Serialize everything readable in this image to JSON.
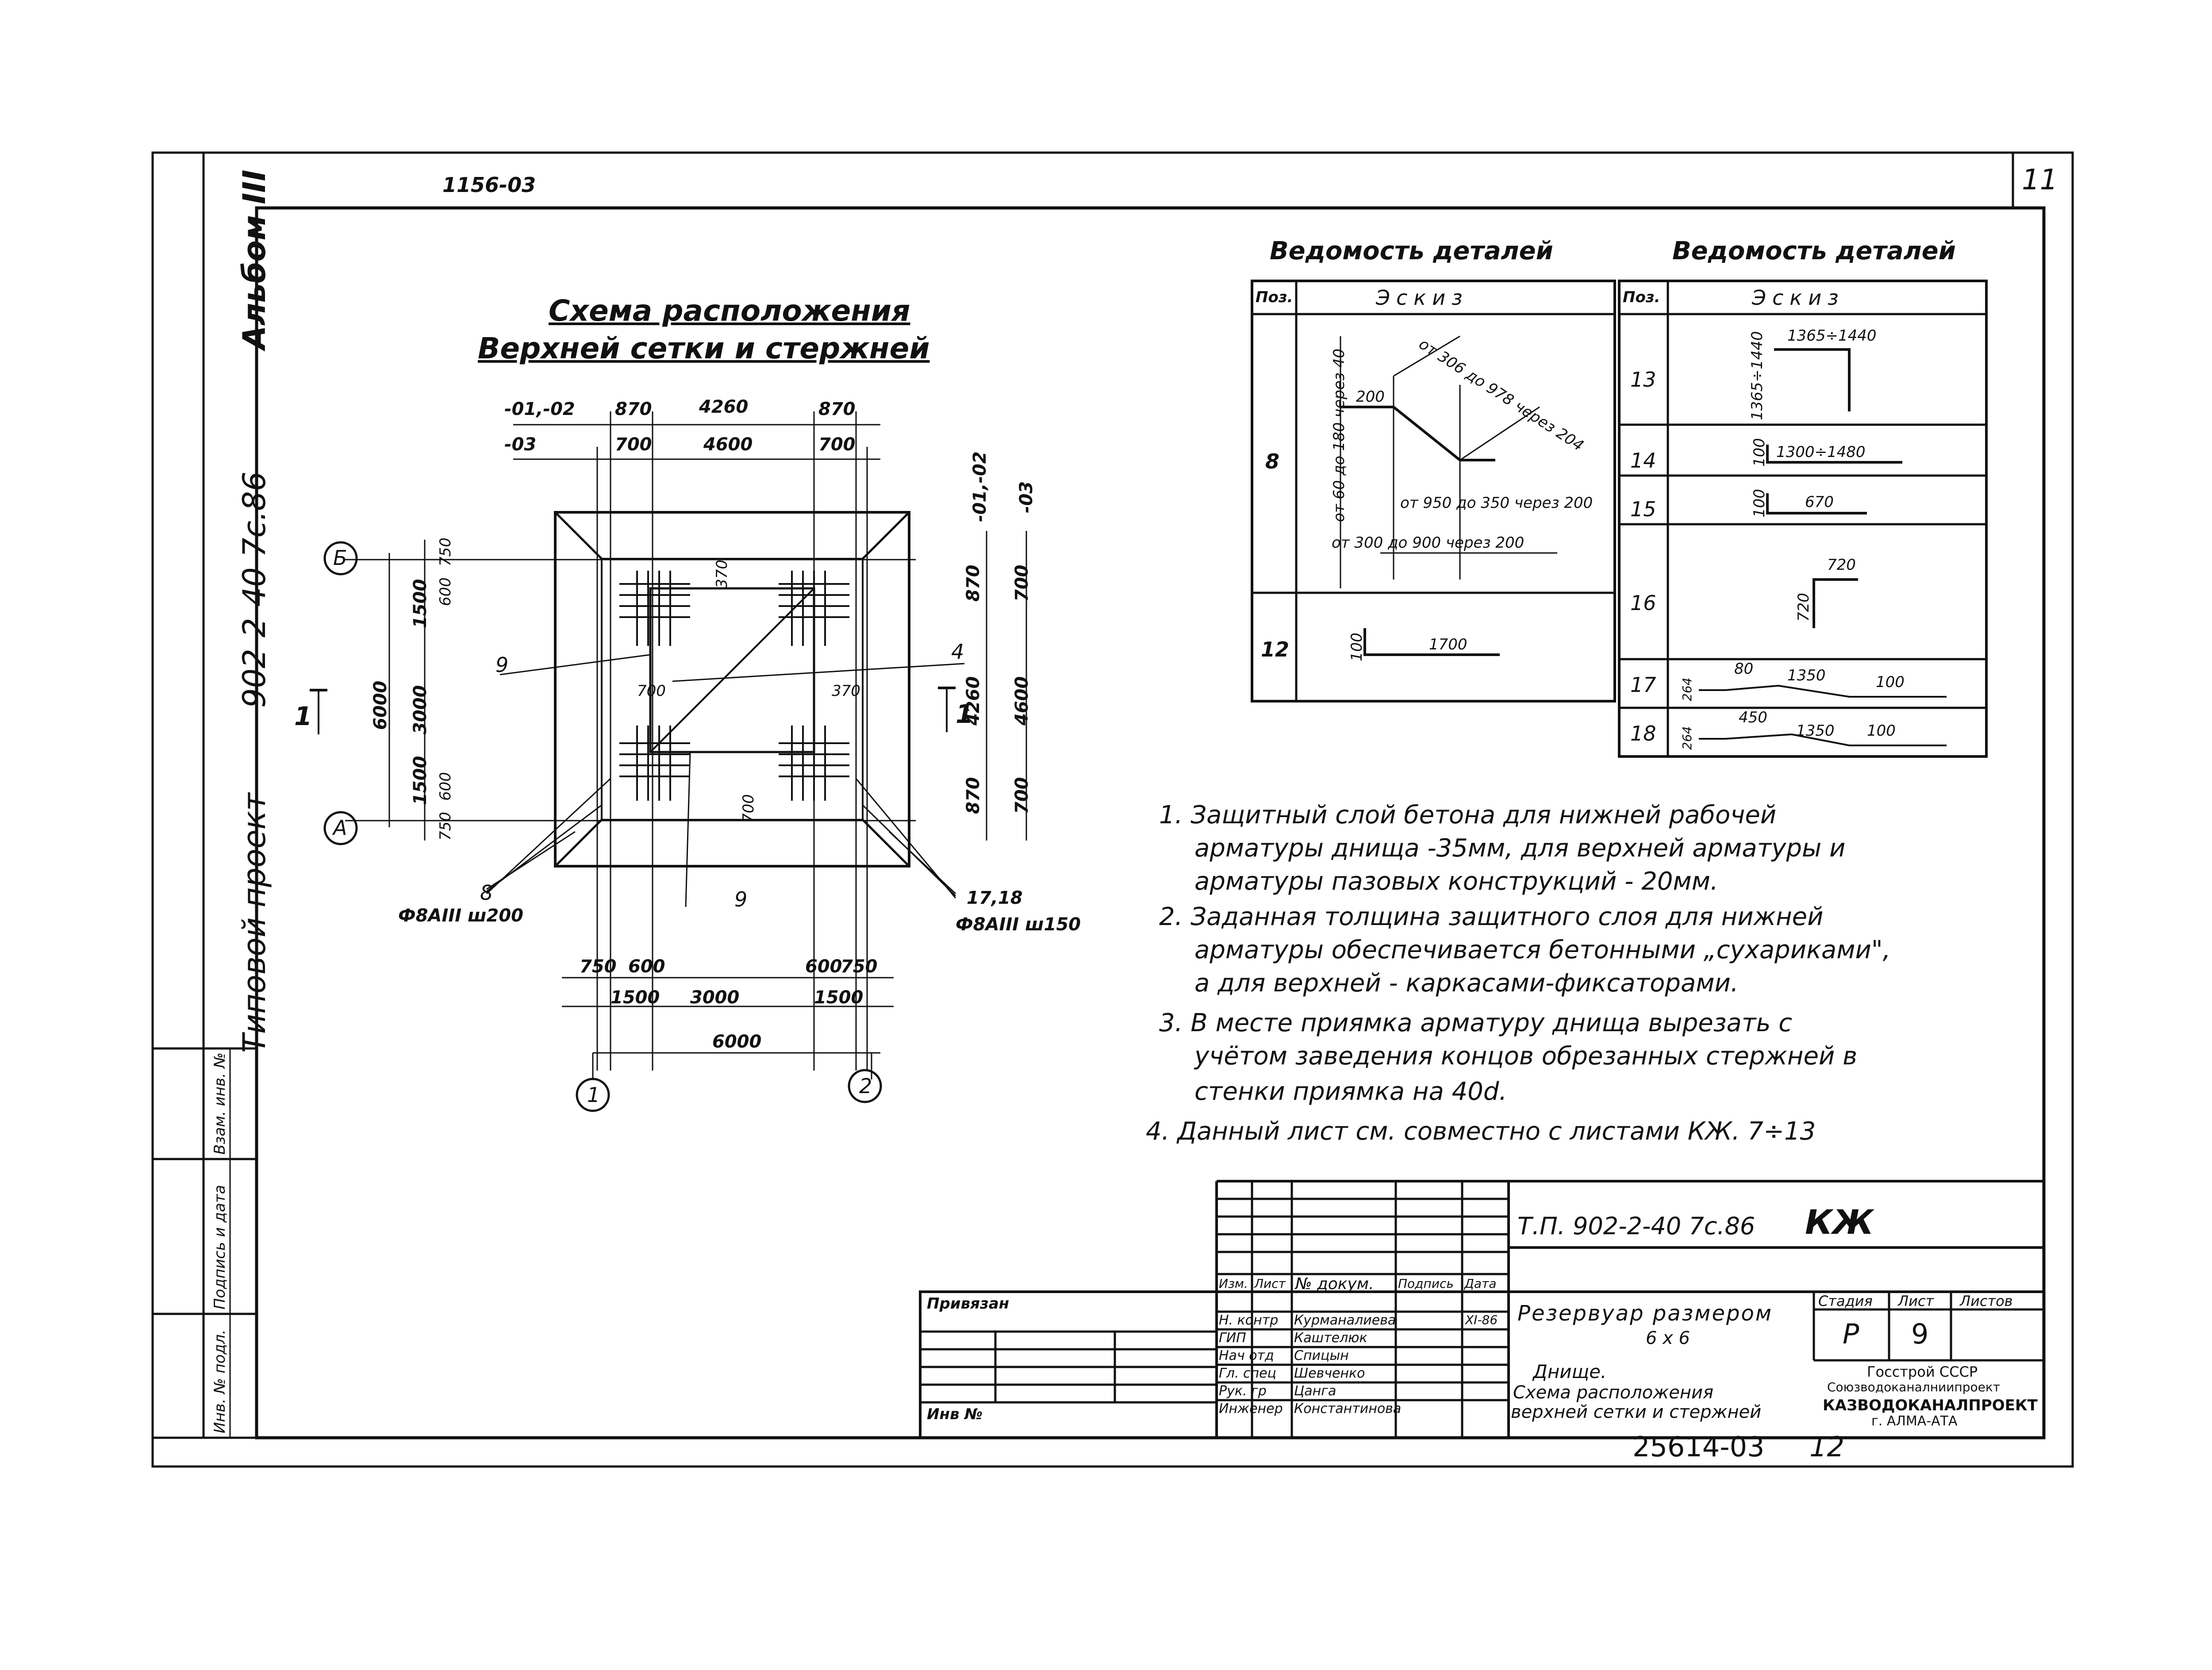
{
  "sheet": {
    "top_code": "1156-03",
    "page_corner": "11",
    "side_album": "Альбом III",
    "side_project": "902-2-40 7с.86",
    "side_typical": "Типовой проект",
    "side_stamp": [
      "Инв. № подл.",
      "Подпись и дата",
      "Взам. инв. №"
    ]
  },
  "plan": {
    "title_line1": "Схема расположения",
    "title_line2": "Верхней сетки и стержней",
    "dims_top_row1": [
      "-01,-02",
      "870",
      "4260",
      "870"
    ],
    "dims_top_row2": [
      "-03",
      "700",
      "4600",
      "700"
    ],
    "dims_left": [
      "1500",
      "3000",
      "1500",
      "6000",
      "600",
      "750",
      "600",
      "750"
    ],
    "dims_right_header": [
      "-01,-02",
      "-03"
    ],
    "dims_right": [
      "870",
      "700",
      "4260",
      "4600",
      "870",
      "700"
    ],
    "dims_bottom_row1": [
      "750",
      "600",
      "600",
      "750"
    ],
    "dims_bottom_row2": [
      "1500",
      "3000",
      "1500"
    ],
    "dims_bottom_total": "6000",
    "inner_labels": [
      "370",
      "700",
      "370",
      "700"
    ],
    "axes": [
      "Б",
      "А",
      "1",
      "2"
    ],
    "section_mark": "1",
    "callout_9a": "9",
    "callout_9b": "9",
    "callout_4": "4",
    "callout_8": "8",
    "callout_8_spec": "Ф8АIII ш200",
    "callout_1718": "17,18",
    "callout_1718_spec": "Ф8АIII ш150"
  },
  "details_left": {
    "title": "Ведомость деталей",
    "col_pos": "Поз.",
    "col_sketch": "Эскиз",
    "rows": [
      {
        "pos": "8",
        "labels": [
          "200",
          "от 306 до 978 через 204",
          "от 60 до 180 через 40",
          "от 950 до 350 через 200",
          "от 300 до 900 через 200"
        ]
      },
      {
        "pos": "12",
        "labels": [
          "100",
          "1700"
        ]
      }
    ]
  },
  "details_right": {
    "title": "Ведомость деталей",
    "col_pos": "Поз.",
    "col_sketch": "Эскиз",
    "rows": [
      {
        "pos": "13",
        "labels": [
          "1365÷1440",
          "1365÷1440"
        ]
      },
      {
        "pos": "14",
        "labels": [
          "100",
          "1300÷1480"
        ]
      },
      {
        "pos": "15",
        "labels": [
          "100",
          "670"
        ]
      },
      {
        "pos": "16",
        "labels": [
          "720",
          "720"
        ]
      },
      {
        "pos": "17",
        "labels": [
          "264",
          "80",
          "1350",
          "100"
        ]
      },
      {
        "pos": "18",
        "labels": [
          "264",
          "450",
          "1350",
          "100"
        ]
      }
    ]
  },
  "notes": [
    "1. Защитный слой бетона для нижней рабочей",
    "арматуры днища -35мм, для верхней арматуры и",
    "арматуры пазовых конструкций - 20мм.",
    "2. Заданная толщина защитного слоя для нижней",
    "арматуры обеспечивается бетонными „сухариками\",",
    "а для верхней - каркасами-фиксаторами.",
    "3. В месте приямка арматуру днища вырезать с",
    "учётом заведения концов обрезанных стержней в",
    "стенки приямка на 40d.",
    "4. Данный лист см. совместно с листами КЖ. 7÷13"
  ],
  "stamp": {
    "project_code": "Т.П. 902-2-40 7с.86",
    "mark": "КЖ",
    "privyazan": "Привязан",
    "inv_no": "Инв №",
    "head": [
      "Изм.",
      "Лист",
      "№ докум.",
      "Подпись",
      "Дата"
    ],
    "people": [
      {
        "role": "Н. контр",
        "name": "Курманалиева",
        "date": "XI-86"
      },
      {
        "role": "ГИП",
        "name": "Каштелюк",
        "date": ""
      },
      {
        "role": "Нач отд",
        "name": "Спицын",
        "date": ""
      },
      {
        "role": "Гл. спец",
        "name": "Шевченко",
        "date": ""
      },
      {
        "role": "Рук. гр",
        "name": "Цанга",
        "date": ""
      },
      {
        "role": "Инженер",
        "name": "Константинова",
        "date": ""
      }
    ],
    "object_title": "Резервуар размером",
    "object_size": "6 х 6",
    "sheet_name": [
      "Днище.",
      "Схема расположения",
      "верхней сетки и стержней"
    ],
    "stadia_label": "Стадия",
    "list_label": "Лист",
    "listov_label": "Листов",
    "stadia": "Р",
    "list": "9",
    "org": [
      "Госстрой СССР",
      "Союзводоканалниипроект",
      "КАЗВОДОКАНАЛПРОЕКТ",
      "г. АЛМА-АТА"
    ],
    "doc_number": "25614-03",
    "doc_page": "12"
  }
}
